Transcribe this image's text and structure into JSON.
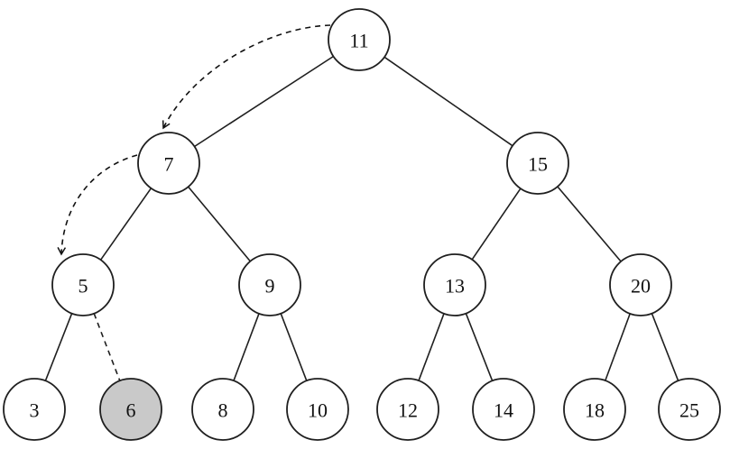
{
  "colors": {
    "node_fill": "#ffffff",
    "highlight_fill": "#c9c9c9",
    "stroke": "#1f1f1f"
  },
  "tree": {
    "nodes": [
      {
        "id": "n11",
        "label": "11"
      },
      {
        "id": "n7",
        "label": "7"
      },
      {
        "id": "n15",
        "label": "15"
      },
      {
        "id": "n5",
        "label": "5"
      },
      {
        "id": "n9",
        "label": "9"
      },
      {
        "id": "n13",
        "label": "13"
      },
      {
        "id": "n20",
        "label": "20"
      },
      {
        "id": "n3",
        "label": "3"
      },
      {
        "id": "n6",
        "label": "6",
        "highlighted": true
      },
      {
        "id": "n8",
        "label": "8"
      },
      {
        "id": "n10",
        "label": "10"
      },
      {
        "id": "n12",
        "label": "12"
      },
      {
        "id": "n14",
        "label": "14"
      },
      {
        "id": "n18",
        "label": "18"
      },
      {
        "id": "n25",
        "label": "25"
      }
    ],
    "edges": [
      {
        "from": "n11",
        "to": "n7"
      },
      {
        "from": "n11",
        "to": "n15"
      },
      {
        "from": "n7",
        "to": "n5"
      },
      {
        "from": "n7",
        "to": "n9"
      },
      {
        "from": "n15",
        "to": "n13"
      },
      {
        "from": "n15",
        "to": "n20"
      },
      {
        "from": "n5",
        "to": "n3"
      },
      {
        "from": "n5",
        "to": "n6",
        "dashed": true
      },
      {
        "from": "n9",
        "to": "n8"
      },
      {
        "from": "n9",
        "to": "n10"
      },
      {
        "from": "n13",
        "to": "n12"
      },
      {
        "from": "n13",
        "to": "n14"
      },
      {
        "from": "n20",
        "to": "n18"
      },
      {
        "from": "n20",
        "to": "n25"
      }
    ],
    "search_path": [
      {
        "from": "n11",
        "to": "n7"
      },
      {
        "from": "n7",
        "to": "n5"
      }
    ]
  }
}
